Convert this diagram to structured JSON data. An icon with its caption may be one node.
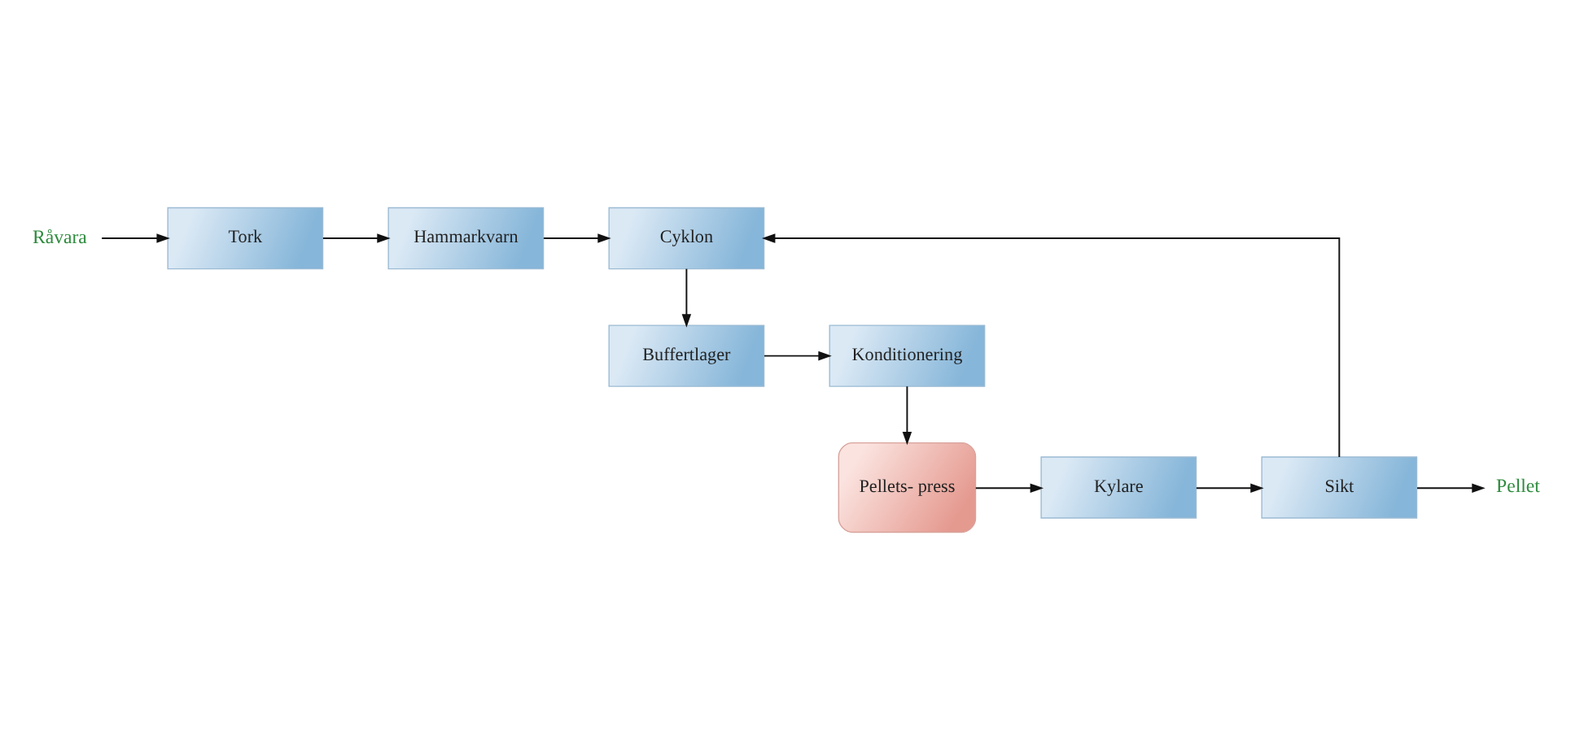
{
  "diagram": {
    "nodes": [
      {
        "text": [
          "Råvara"
        ]
      },
      {
        "text": [
          "Tork"
        ]
      },
      {
        "text": [
          "Hammarkvarn"
        ]
      },
      {
        "text": [
          "Cyklon"
        ]
      },
      {
        "text": [
          "Konditionering"
        ]
      },
      {
        "text": [
          "Buffertlager"
        ]
      },
      {
        "text": [
          "Pellets- press"
        ]
      },
      {
        "text": [
          "Kylare"
        ]
      },
      {
        "text": [
          "Sikt"
        ]
      },
      {
        "text": [
          "Pellet"
        ]
      }
    ],
    "edges": [
      {
        "from": 0,
        "to": 1,
        "arrow": "to"
      },
      {
        "from": 1,
        "to": 2,
        "arrow": "to"
      },
      {
        "from": 2,
        "to": 3,
        "arrow": "to"
      },
      {
        "from": 3,
        "to": 5,
        "arrow": "to"
      },
      {
        "from": 5,
        "to": 4,
        "arrow": "to"
      },
      {
        "from": 4,
        "to": 6,
        "arrow": "to"
      },
      {
        "from": 6,
        "to": 7,
        "arrow": "to"
      },
      {
        "from": 7,
        "to": 8,
        "arrow": "to"
      },
      {
        "from": 8,
        "to": 3,
        "arrow": "to"
      },
      {
        "from": 8,
        "to": 9,
        "arrow": "to"
      }
    ]
  }
}
